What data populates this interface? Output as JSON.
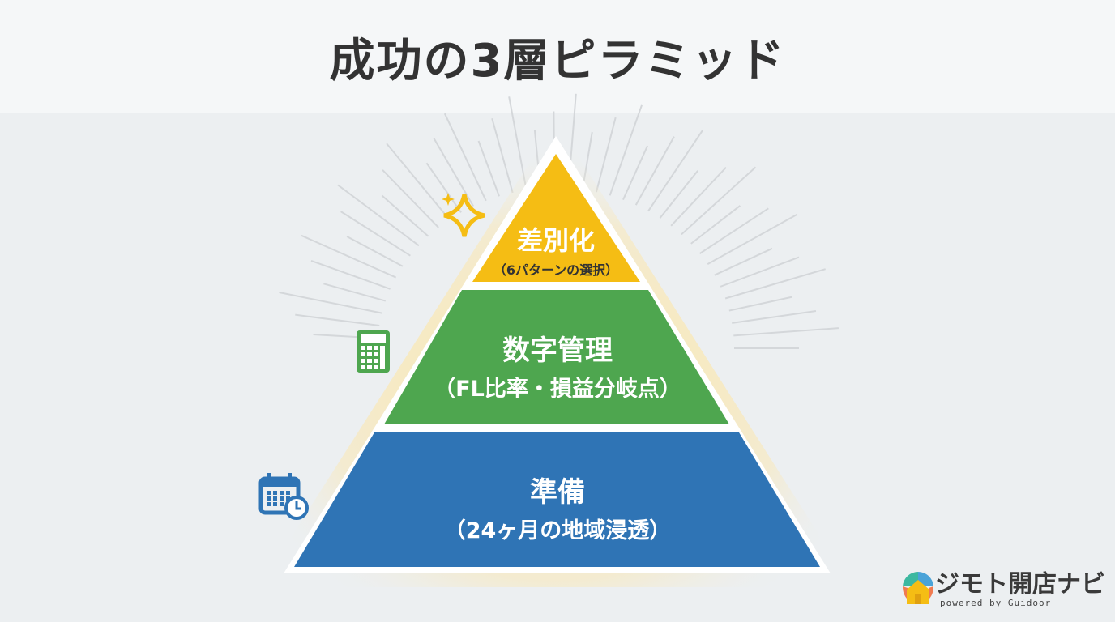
{
  "title": "成功の3層ピラミッド",
  "layers": [
    {
      "name": "差別化",
      "detail": "（6パターンの選択）",
      "color": "#f5bd14",
      "icon": "sparkle-icon"
    },
    {
      "name": "数字管理",
      "detail": "（FL比率・損益分岐点）",
      "color": "#4ea64f",
      "icon": "calculator-icon"
    },
    {
      "name": "準備",
      "detail": "（24ヶ月の地域浸透）",
      "color": "#2f74b5",
      "icon": "calendar-clock-icon"
    }
  ],
  "logo": {
    "name": "ジモト開店ナビ",
    "sub": "powered by Guidoor"
  }
}
